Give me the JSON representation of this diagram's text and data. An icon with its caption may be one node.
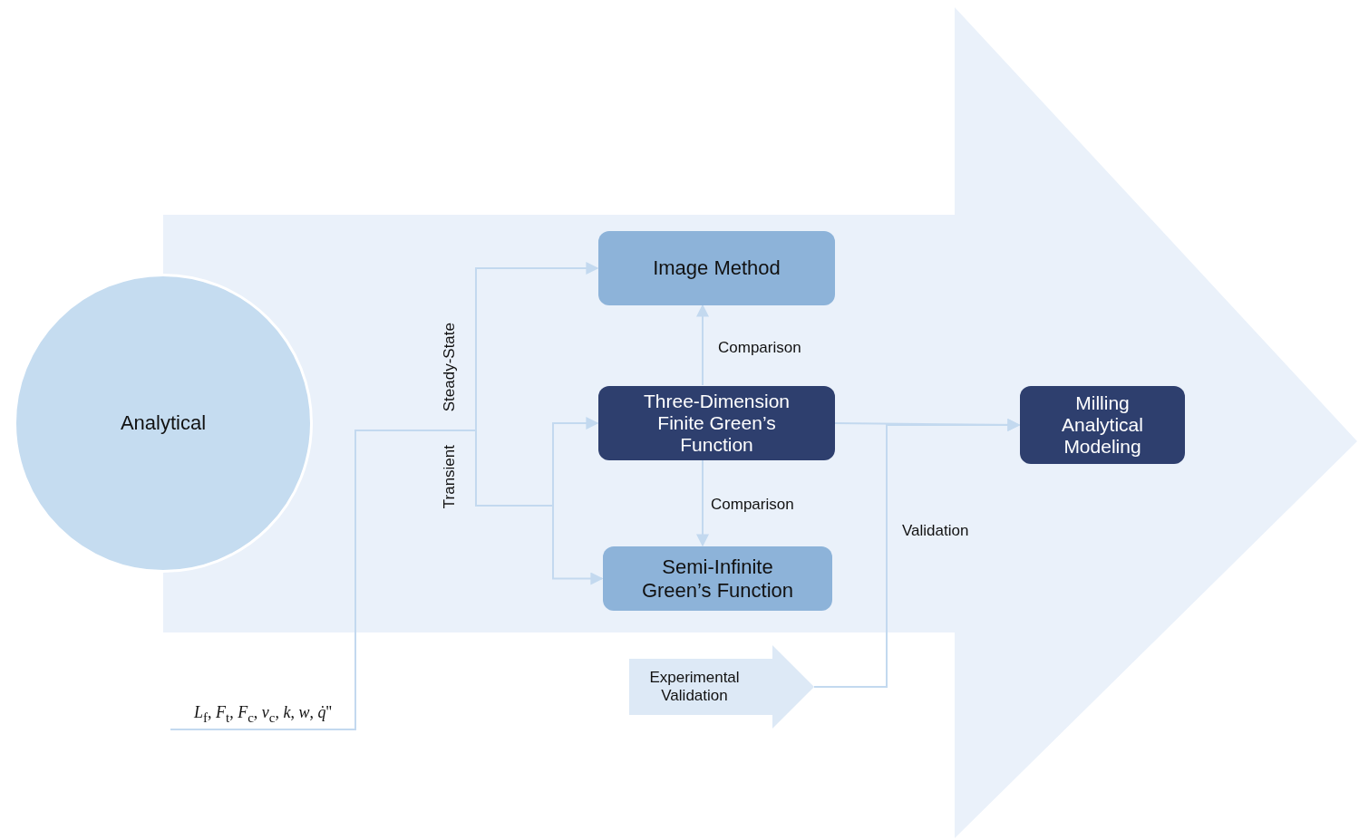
{
  "diagram": {
    "nodes": [
      {
        "text": [
          "Analytical"
        ]
      },
      {
        "text": [
          "*L*$_{f}$, *F*$_{t}$, *F*$_{c}$, *v*$_{c}$, *k*, *w*, *q̇*''"
        ]
      },
      {
        "text": [
          "Image Method"
        ]
      },
      {
        "text": [
          "Three-Dimension Finite Green’s Function"
        ]
      },
      {
        "text": [
          "Semi-Infinite Green’s Function"
        ]
      },
      {
        "text": [
          "Milling Analytical Modeling"
        ]
      },
      {
        "text": [
          "Experimental Validation"
        ]
      }
    ],
    "edges": [
      {
        "from": 1,
        "to": 2,
        "arrow": "to",
        "label": "Steady-State"
      },
      {
        "from": 1,
        "to": 3,
        "arrow": "to",
        "label": "Transient"
      },
      {
        "from": 1,
        "to": 4,
        "arrow": "to"
      },
      {
        "from": 3,
        "to": 2,
        "arrow": "to",
        "label": "Comparison"
      },
      {
        "from": 3,
        "to": 4,
        "arrow": "to",
        "label": "Comparison"
      },
      {
        "from": 3,
        "to": 5,
        "arrow": "to"
      },
      {
        "from": 6,
        "to": 5,
        "arrow": "to",
        "label": "Validation"
      }
    ]
  }
}
